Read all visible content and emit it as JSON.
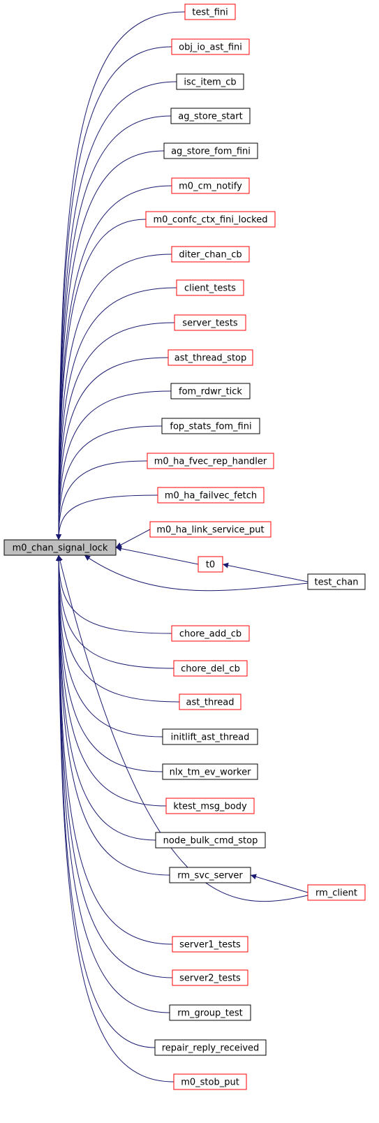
{
  "diagram": {
    "colors": {
      "edge": "#191970",
      "border_red": "#ff0000",
      "border_black": "#000000",
      "focus_fill": "#bfbfbf"
    },
    "nodes": [
      {
        "id": "m0_chan_signal_lock",
        "label": "m0_chan_signal_lock",
        "border": "black",
        "focus": true
      },
      {
        "id": "test_fini",
        "label": "test_fini",
        "border": "red"
      },
      {
        "id": "obj_io_ast_fini",
        "label": "obj_io_ast_fini",
        "border": "red"
      },
      {
        "id": "isc_item_cb",
        "label": "isc_item_cb",
        "border": "black"
      },
      {
        "id": "ag_store_start",
        "label": "ag_store_start",
        "border": "black"
      },
      {
        "id": "ag_store_fom_fini",
        "label": "ag_store_fom_fini",
        "border": "black"
      },
      {
        "id": "m0_cm_notify",
        "label": "m0_cm_notify",
        "border": "red"
      },
      {
        "id": "m0_confc_ctx_fini_locked",
        "label": "m0_confc_ctx_fini_locked",
        "border": "red"
      },
      {
        "id": "diter_chan_cb",
        "label": "diter_chan_cb",
        "border": "red"
      },
      {
        "id": "client_tests",
        "label": "client_tests",
        "border": "red"
      },
      {
        "id": "server_tests",
        "label": "server_tests",
        "border": "red"
      },
      {
        "id": "ast_thread_stop",
        "label": "ast_thread_stop",
        "border": "red"
      },
      {
        "id": "fom_rdwr_tick",
        "label": "fom_rdwr_tick",
        "border": "black"
      },
      {
        "id": "fop_stats_fom_fini",
        "label": "fop_stats_fom_fini",
        "border": "black"
      },
      {
        "id": "m0_ha_fvec_rep_handler",
        "label": "m0_ha_fvec_rep_handler",
        "border": "red"
      },
      {
        "id": "m0_ha_failvec_fetch",
        "label": "m0_ha_failvec_fetch",
        "border": "red"
      },
      {
        "id": "m0_ha_link_service_put",
        "label": "m0_ha_link_service_put",
        "border": "red"
      },
      {
        "id": "t0",
        "label": "t0",
        "border": "red"
      },
      {
        "id": "test_chan",
        "label": "test_chan",
        "border": "black"
      },
      {
        "id": "chore_add_cb",
        "label": "chore_add_cb",
        "border": "red"
      },
      {
        "id": "chore_del_cb",
        "label": "chore_del_cb",
        "border": "red"
      },
      {
        "id": "ast_thread",
        "label": "ast_thread",
        "border": "red"
      },
      {
        "id": "initlift_ast_thread",
        "label": "initlift_ast_thread",
        "border": "black"
      },
      {
        "id": "nlx_tm_ev_worker",
        "label": "nlx_tm_ev_worker",
        "border": "black"
      },
      {
        "id": "ktest_msg_body",
        "label": "ktest_msg_body",
        "border": "red"
      },
      {
        "id": "node_bulk_cmd_stop",
        "label": "node_bulk_cmd_stop",
        "border": "black"
      },
      {
        "id": "rm_svc_server",
        "label": "rm_svc_server",
        "border": "black"
      },
      {
        "id": "rm_client",
        "label": "rm_client",
        "border": "red"
      },
      {
        "id": "server1_tests",
        "label": "server1_tests",
        "border": "red"
      },
      {
        "id": "server2_tests",
        "label": "server2_tests",
        "border": "red"
      },
      {
        "id": "rm_group_test",
        "label": "rm_group_test",
        "border": "black"
      },
      {
        "id": "repair_reply_received",
        "label": "repair_reply_received",
        "border": "black"
      },
      {
        "id": "m0_stob_put",
        "label": "m0_stob_put",
        "border": "red"
      }
    ],
    "edges": [
      {
        "from": "test_fini",
        "to": "m0_chan_signal_lock"
      },
      {
        "from": "obj_io_ast_fini",
        "to": "m0_chan_signal_lock"
      },
      {
        "from": "isc_item_cb",
        "to": "m0_chan_signal_lock"
      },
      {
        "from": "ag_store_start",
        "to": "m0_chan_signal_lock"
      },
      {
        "from": "ag_store_fom_fini",
        "to": "m0_chan_signal_lock"
      },
      {
        "from": "m0_cm_notify",
        "to": "m0_chan_signal_lock"
      },
      {
        "from": "m0_confc_ctx_fini_locked",
        "to": "m0_chan_signal_lock"
      },
      {
        "from": "diter_chan_cb",
        "to": "m0_chan_signal_lock"
      },
      {
        "from": "client_tests",
        "to": "m0_chan_signal_lock"
      },
      {
        "from": "server_tests",
        "to": "m0_chan_signal_lock"
      },
      {
        "from": "ast_thread_stop",
        "to": "m0_chan_signal_lock"
      },
      {
        "from": "fom_rdwr_tick",
        "to": "m0_chan_signal_lock"
      },
      {
        "from": "fop_stats_fom_fini",
        "to": "m0_chan_signal_lock"
      },
      {
        "from": "m0_ha_fvec_rep_handler",
        "to": "m0_chan_signal_lock"
      },
      {
        "from": "m0_ha_failvec_fetch",
        "to": "m0_chan_signal_lock"
      },
      {
        "from": "m0_ha_link_service_put",
        "to": "m0_chan_signal_lock"
      },
      {
        "from": "t0",
        "to": "m0_chan_signal_lock"
      },
      {
        "from": "test_chan",
        "to": "m0_chan_signal_lock"
      },
      {
        "from": "test_chan",
        "to": "t0"
      },
      {
        "from": "chore_add_cb",
        "to": "m0_chan_signal_lock"
      },
      {
        "from": "chore_del_cb",
        "to": "m0_chan_signal_lock"
      },
      {
        "from": "ast_thread",
        "to": "m0_chan_signal_lock"
      },
      {
        "from": "initlift_ast_thread",
        "to": "m0_chan_signal_lock"
      },
      {
        "from": "nlx_tm_ev_worker",
        "to": "m0_chan_signal_lock"
      },
      {
        "from": "ktest_msg_body",
        "to": "m0_chan_signal_lock"
      },
      {
        "from": "node_bulk_cmd_stop",
        "to": "m0_chan_signal_lock"
      },
      {
        "from": "rm_svc_server",
        "to": "m0_chan_signal_lock"
      },
      {
        "from": "rm_client",
        "to": "m0_chan_signal_lock"
      },
      {
        "from": "rm_client",
        "to": "rm_svc_server"
      },
      {
        "from": "server1_tests",
        "to": "m0_chan_signal_lock"
      },
      {
        "from": "server2_tests",
        "to": "m0_chan_signal_lock"
      },
      {
        "from": "rm_group_test",
        "to": "m0_chan_signal_lock"
      },
      {
        "from": "repair_reply_received",
        "to": "m0_chan_signal_lock"
      },
      {
        "from": "m0_stob_put",
        "to": "m0_chan_signal_lock"
      }
    ]
  }
}
